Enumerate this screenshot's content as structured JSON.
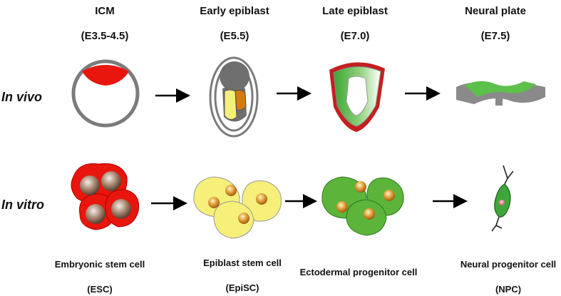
{
  "stages": [
    {
      "name": "ICM",
      "time": "(E3.5-4.5)"
    },
    {
      "name": "Early epiblast",
      "time": "(E5.5)"
    },
    {
      "name": "Late epiblast",
      "time": "(E7.0)"
    },
    {
      "name": "Neural plate",
      "time": "(E7.5)"
    }
  ],
  "rows": {
    "in_vivo": "In vivo",
    "in_vitro": "In vitro"
  },
  "cells": [
    {
      "name": "Embryonic stem cell",
      "abbr": "(ESC)"
    },
    {
      "name": "Epiblast stem cell",
      "abbr": "(EpiSC)"
    },
    {
      "name": "Ectodermal progenitor cell",
      "abbr": ""
    },
    {
      "name": "Neural progenitor cell",
      "abbr": "(NPC)"
    }
  ],
  "colors": {
    "esc_red": "#e8160c",
    "episc_yellow": "#f6f07a",
    "ectoderm_green": "#5cb53a",
    "npc_green": "#3fa63a",
    "gray": "#777777",
    "orange": "#d47a10"
  }
}
